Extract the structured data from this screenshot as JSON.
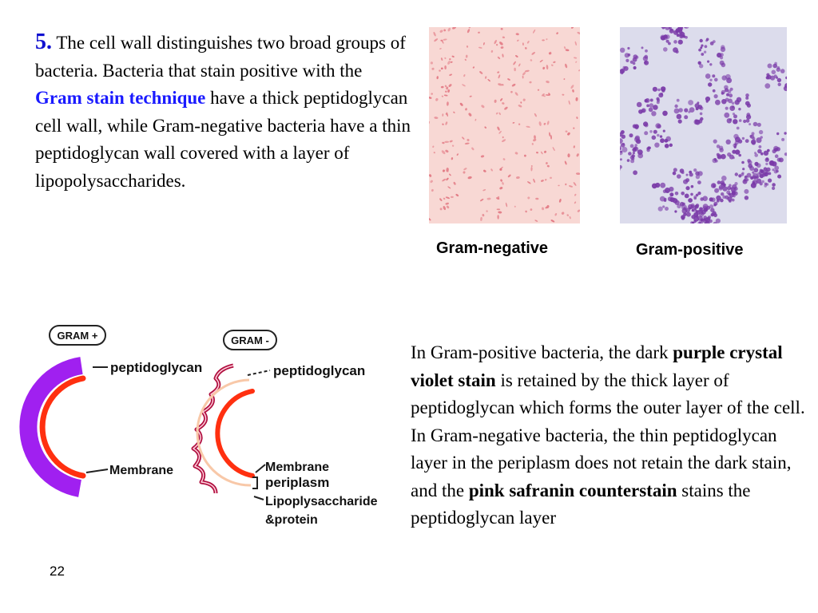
{
  "intro": {
    "number": "5.",
    "text_before": " The cell wall distinguishes two broad groups of bacteria. Bacteria that stain positive with the ",
    "highlight": "Gram stain technique",
    "text_after": " have a thick peptidoglycan cell wall, while Gram-negative bacteria have a thin peptidoglycan wall covered with a layer of lipopolysaccharides."
  },
  "micrographs": {
    "negative_caption": "Gram-negative",
    "positive_caption": "Gram-positive",
    "colors": {
      "negative_bg": "#f8d8d4",
      "negative_cells": "#e0707c",
      "positive_bg": "#dcdcec",
      "positive_cells": "#7a3aa8"
    }
  },
  "diagram": {
    "gram_pos_tag": "GRAM +",
    "gram_neg_tag": "GRAM -",
    "pos_labels": {
      "peptidoglycan": "peptidoglycan",
      "membrane": "Membrane"
    },
    "neg_labels": {
      "peptidoglycan": "peptidoglycan",
      "membrane": "Membrane",
      "periplasm": "periplasm",
      "lps": "Lipoplysaccharide",
      "protein": "&protein"
    },
    "colors": {
      "thick_wall": "#a020f0",
      "membrane": "#ff3010",
      "thin_wall": "#f8c8a8",
      "outer": "#b01040"
    }
  },
  "explain": {
    "p1_before": "In Gram-positive bacteria, the dark ",
    "p1_bold": "purple crystal violet stain",
    "p1_after": " is retained by the thick layer of peptidoglycan which forms the outer layer of the cell.",
    "p2_before": "In Gram-negative bacteria, the thin peptidoglycan layer in the periplasm does not retain the dark stain, and the ",
    "p2_bold": "pink safranin counterstain",
    "p2_after": " stains the peptidoglycan layer"
  },
  "page_number": "22"
}
